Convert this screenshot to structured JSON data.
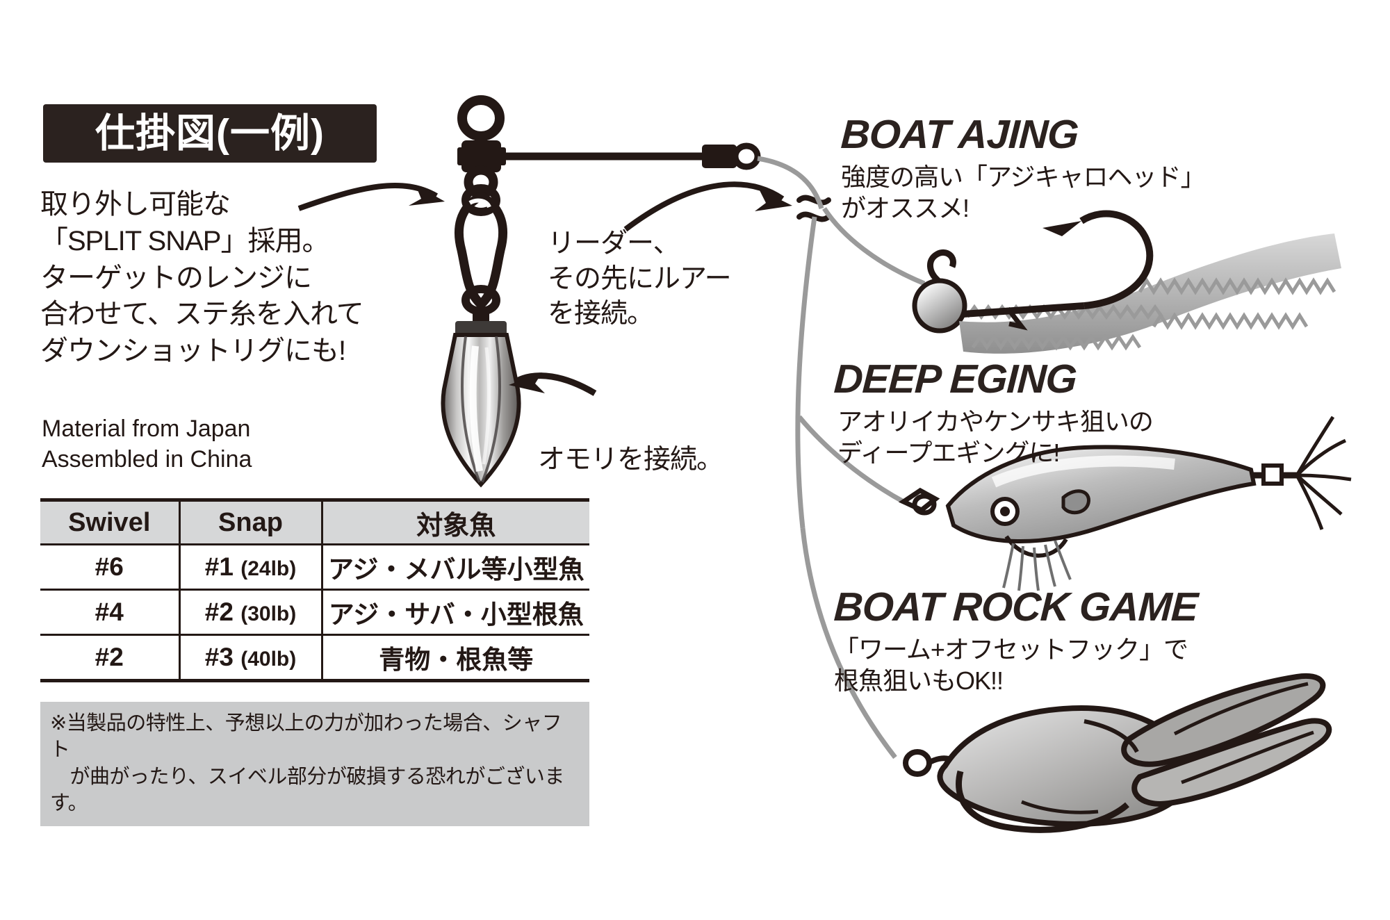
{
  "left_panel": {
    "title": "仕掛図(一例)",
    "intro": "取り外し可能な\n「SPLIT SNAP」採用。\nターゲットのレンジに\n合わせて、ステ糸を入れて\nダウンショットリグにも!",
    "origin": "Material  from Japan\nAssembled  in  China",
    "note": "※当製品の特性上、予想以上の力が加わった場合、シャフト\n　が曲がったり、スイベル部分が破損する恐れがございます。"
  },
  "spec_table": {
    "headers": [
      "Swivel",
      "Snap",
      "対象魚"
    ],
    "rows": [
      {
        "swivel": "#6",
        "snap_no": "#1",
        "snap_lb": "(24lb)",
        "target": "アジ・メバル等小型魚"
      },
      {
        "swivel": "#4",
        "snap_no": "#2",
        "snap_lb": "(30lb)",
        "target": "アジ・サバ・小型根魚"
      },
      {
        "swivel": "#2",
        "snap_no": "#3",
        "snap_lb": "(40lb)",
        "target": "青物・根魚等"
      }
    ]
  },
  "callouts": {
    "leader": "リーダー、\nその先にルアー\nを接続。",
    "sinker": "オモリを接続。"
  },
  "sections": [
    {
      "heading": "BOAT AJING",
      "body": "強度の高い「アジキャロヘッド」\nがオススメ!"
    },
    {
      "heading": "DEEP EGING",
      "body": "アオリイカやケンサキ狙いの\nディープエギングに!"
    },
    {
      "heading": "BOAT ROCK GAME",
      "body": "「ワーム+オフセットフック」で\n根魚狙いもOK!!"
    }
  ],
  "colors": {
    "ink": "#231815",
    "banner_bg": "#2b221f",
    "table_header_bg": "#d6d7d8",
    "note_bg": "#c9cacb",
    "line_gray": "#9a9a9a",
    "metal_light": "#f2f2f2",
    "metal_mid": "#a8a8a8",
    "metal_dark": "#55504e"
  }
}
